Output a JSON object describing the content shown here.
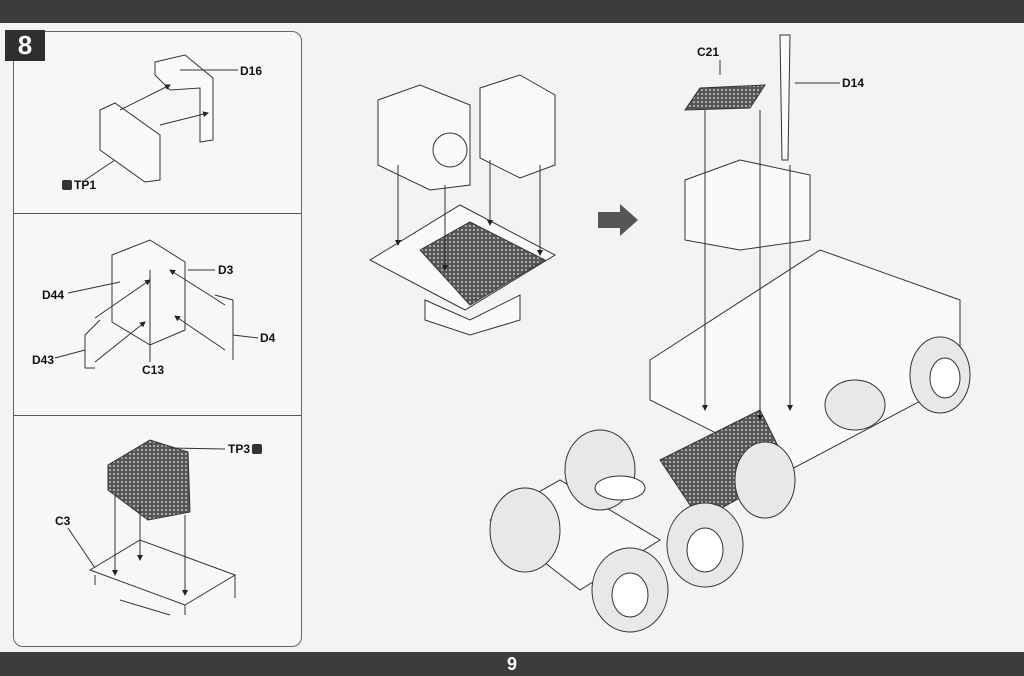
{
  "step_number": "8",
  "page_number": "9",
  "labels": {
    "d16": "D16",
    "tp1": "TP1",
    "d3": "D3",
    "d44": "D44",
    "d4": "D4",
    "d43": "D43",
    "c13": "C13",
    "tp3": "TP3",
    "c3": "C3",
    "c21": "C21",
    "d14": "D14"
  },
  "icons": {
    "photo_etch": "photo-etch-part-icon",
    "next_step": "arrow-right-icon"
  }
}
